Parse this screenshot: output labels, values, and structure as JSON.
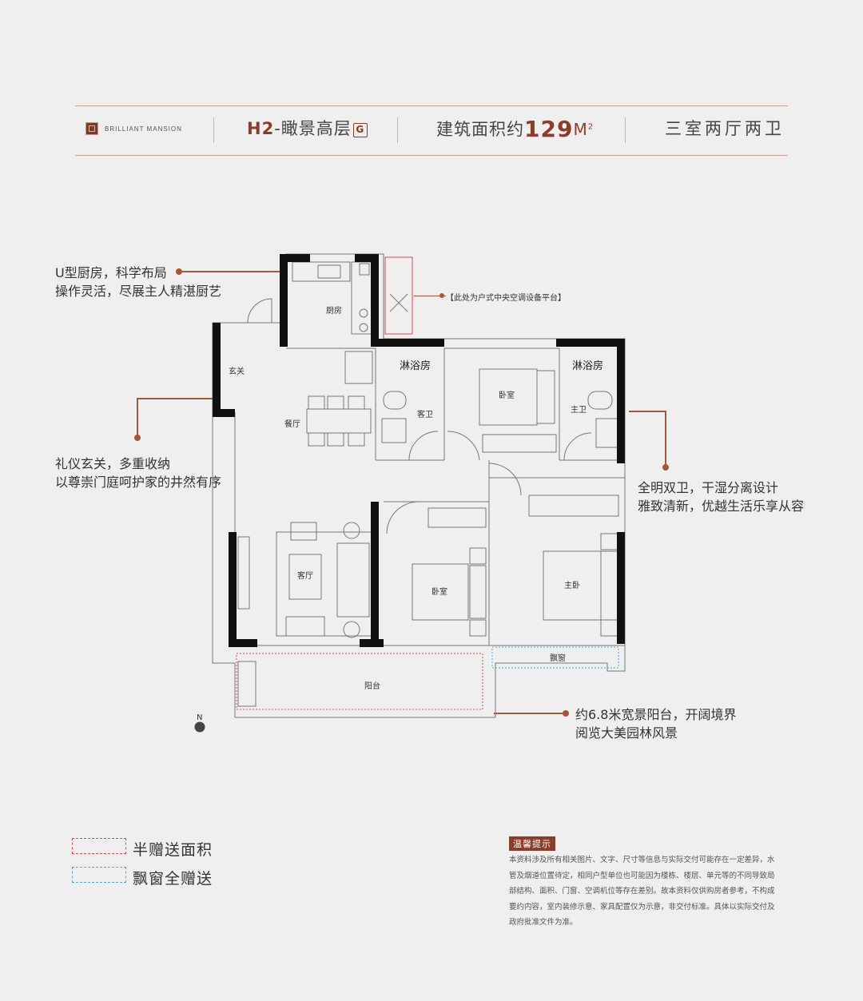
{
  "header": {
    "brand": "BRILLIANT MANSION",
    "unit_code": "H2",
    "unit_name": "-瞰景高层",
    "unit_badge": "G",
    "area_prefix": "建筑面积约",
    "area_value": "129",
    "area_unit": "M",
    "area_unit_sup": "2",
    "layout": "三室两厅两卫"
  },
  "callouts": {
    "kitchen_line1": "U型厨房，科学布局",
    "kitchen_line2": "操作灵活，尽展主人精湛厨艺",
    "ac_note": "【此处为户式中央空调设备平台】",
    "foyer_line1": "礼仪玄关，多重收纳",
    "foyer_line2": "以尊崇门庭呵护家的井然有序",
    "bath_line1": "全明双卫，干湿分离设计",
    "bath_line2": "雅致清新，优越生活乐享从容",
    "balcony_line1": "约6.8米宽景阳台，开阔境界",
    "balcony_line2": "阅览大美园林风景"
  },
  "rooms": {
    "kitchen": "厨房",
    "foyer": "玄关",
    "dining": "餐厅",
    "living": "客厅",
    "shower1": "淋浴房",
    "guest_bath": "客卫",
    "bedroom1": "卧室",
    "shower2": "淋浴房",
    "master_bath": "主卫",
    "bedroom2": "卧室",
    "master_bedroom": "主卧",
    "bay_window": "飘窗",
    "balcony": "阳台",
    "north": "N"
  },
  "legend": {
    "half_area": "半赠送面积",
    "bay_free": "飘窗全赠送",
    "half_color": "#d9494e",
    "bay_color": "#4aa7d6"
  },
  "tips": {
    "title": "温馨提示",
    "text": "本资料涉及所有相关图片、文字、尺寸等信息与实际交付可能存在一定差异，水管及烟道位置待定，相同户型单位也可能因为楼栋、楼层、单元等的不同导致局部结构、面积、门窗、空调机位等存在差别。故本资料仅供购房者参考，不构成要约内容，室内装修示意、家具配置仅为示意，非交付标准。具体以实际交付及政府批准文件为准。"
  },
  "colors": {
    "accent": "#8b3c2a",
    "leader": "#a6553f",
    "wall": "#111111"
  }
}
